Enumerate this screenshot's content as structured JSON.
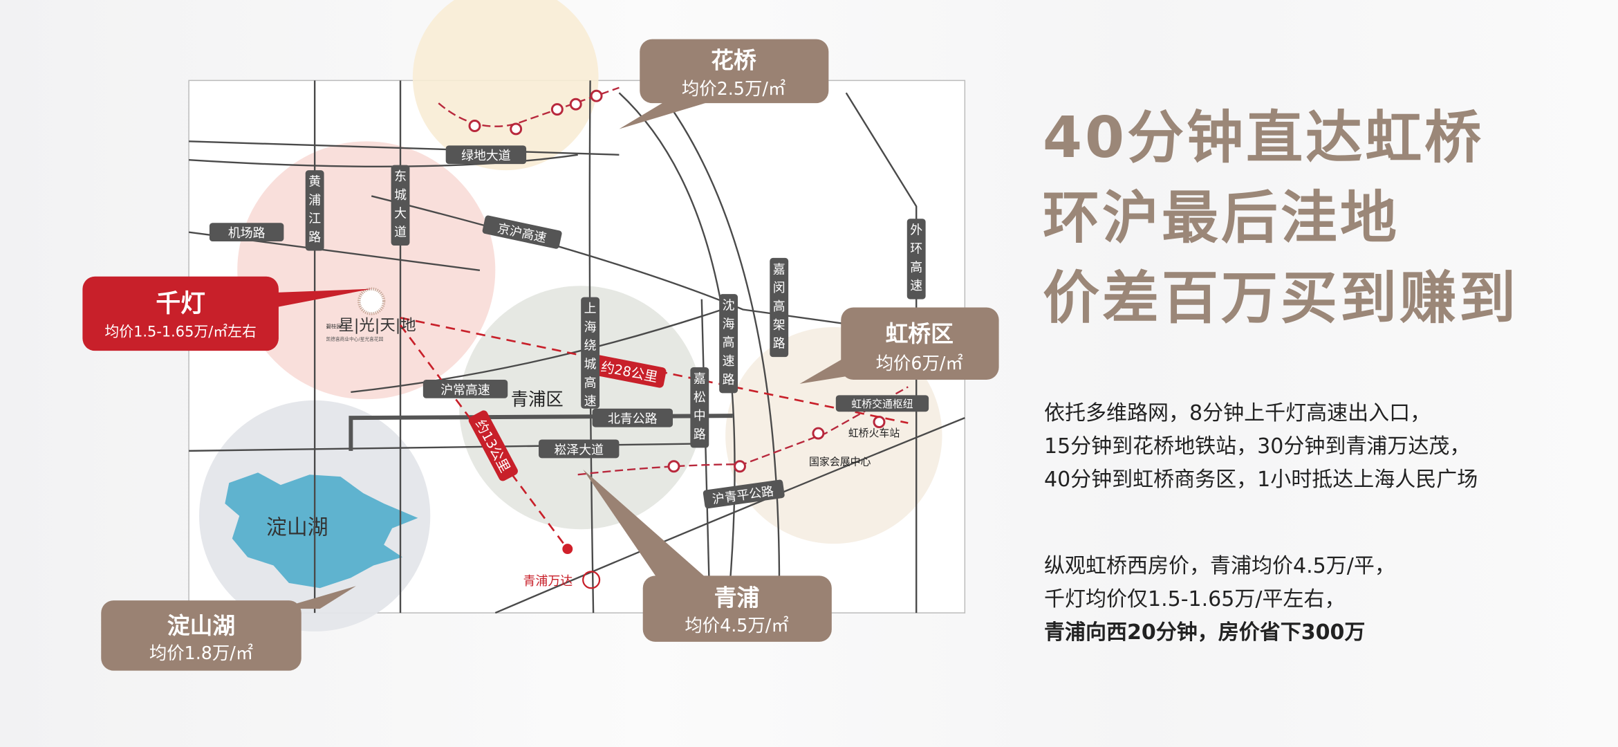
{
  "headline": [
    "40分钟直达虹桥",
    "环沪最后洼地",
    "价差百万买到赚到"
  ],
  "description": {
    "paragraph1": [
      "依托多维路网，8分钟上千灯高速出入口，",
      "15分钟到花桥地铁站，30分钟到青浦万达茂，",
      "40分钟到虹桥商务区，1小时抵达上海人民广场"
    ],
    "paragraph2": [
      "纵观虹桥西房价，青浦均价4.5万/平，",
      "千灯均价仅1.5-1.65万/平左右，"
    ],
    "highlight": "青浦向西20分钟，房价省下300万"
  },
  "callouts": {
    "huaqiao": {
      "name": "花桥",
      "price": "均价2.5万/㎡"
    },
    "qiandeng": {
      "name": "千灯",
      "price": "均价1.5-1.65万/㎡左右"
    },
    "hongqiao": {
      "name": "虹桥区",
      "price": "均价6万/㎡"
    },
    "qingpu": {
      "name": "青浦",
      "price": "均价4.5万/㎡"
    },
    "dianshanhu": {
      "name": "淀山湖",
      "price": "均价1.8万/㎡"
    }
  },
  "roads": {
    "lvdi": "绿地大道",
    "jichang": "机场路",
    "jinghu": "京沪高速",
    "huchang": "沪常高速",
    "beiqing": "北青公路",
    "songze": "崧泽大道",
    "huqingping": "沪青平公路",
    "huangpujiang": [
      "黄",
      "浦",
      "江",
      "路"
    ],
    "dongcheng": [
      "东",
      "城",
      "大",
      "道"
    ],
    "raocheng": [
      "上",
      "海",
      "绕",
      "城",
      "高",
      "速"
    ],
    "jiasong": [
      "嘉",
      "松",
      "中",
      "路"
    ],
    "shenhai": [
      "沈",
      "海",
      "高",
      "速",
      "路"
    ],
    "jiamin": [
      "嘉",
      "闵",
      "高",
      "架",
      "路"
    ],
    "waihuan": [
      "外",
      "环",
      "高",
      "速"
    ]
  },
  "places": {
    "qingpu_district": "青浦区",
    "lake": "淀山湖",
    "wanda": "青浦万达",
    "hub": "虹桥交通枢纽",
    "station": "虹桥火车站",
    "expo": "国家会展中心",
    "project_logo": "星|光|天|地",
    "project_brand": "碧桂园",
    "project_sub": "凯德喜商业中心/星光喜花园"
  },
  "distances": {
    "to_hongqiao": "约28公里",
    "to_wanda": "约13公里"
  },
  "colors": {
    "accent_brown": "#9b8778",
    "callout_brown": "#9a8273",
    "qiandeng_red": "#c8202a",
    "road_label": "#555555",
    "metro_red": "#b8283c",
    "lake_blue": "#5fb3cf"
  }
}
